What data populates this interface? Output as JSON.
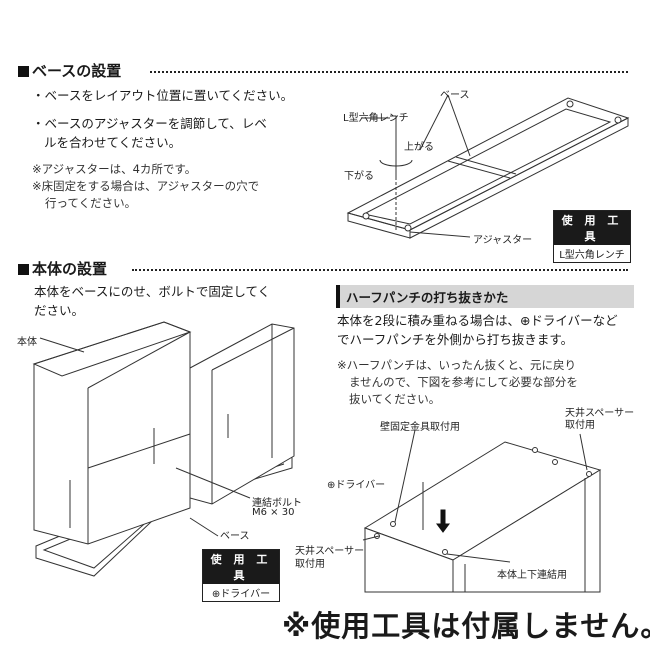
{
  "section1": {
    "heading": "ベースの設置",
    "bullets": [
      "・ベースをレイアウト位置に置いてください。",
      "・ベースのアジャスターを調節して、レベ",
      "ルを合わせてください。"
    ],
    "notes": [
      "※アジャスターは、4カ所です。",
      "※床固定をする場合は、アジャスターの穴で",
      "行ってください。"
    ],
    "labels": {
      "wrench": "L型六角レンチ",
      "base": "ベース",
      "up": "上がる",
      "down": "下がる",
      "adjuster": "アジャスター"
    },
    "tool": {
      "title": "使 用 工 具",
      "value": "L型六角レンチ"
    }
  },
  "section2": {
    "heading": "本体の設置",
    "body_lines": [
      "本体をベースにのせ、ボルトで固定してく",
      "ださい。"
    ],
    "labels": {
      "body": "本体",
      "bolt": "連結ボルト",
      "bolt_size": "M6 × 30",
      "base": "ベース"
    },
    "tool": {
      "title": "使 用 工 具",
      "value": "⊕ドライバー"
    }
  },
  "half_punch": {
    "heading": "ハーフパンチの打ち抜きかた",
    "body_lines": [
      "本体を2段に積み重ねる場合は、⊕ドライバーなど",
      "でハーフパンチを外側から打ち抜きます。"
    ],
    "notes": [
      "※ハーフパンチは、いったん抜くと、元に戻り",
      "ませんので、下図を参考にして必要な部分を",
      "抜いてください。"
    ],
    "labels": {
      "wall_fixture": "壁固定金具取付用",
      "spacer_top_1": "天井スペーサー",
      "spacer_top_2": "取付用",
      "driver": "⊕ドライバー",
      "spacer_left_1": "天井スペーサー",
      "spacer_left_2": "取付用",
      "stack_connect": "本体上下連結用"
    }
  },
  "footer_notice": "※使用工具は付属しません。"
}
